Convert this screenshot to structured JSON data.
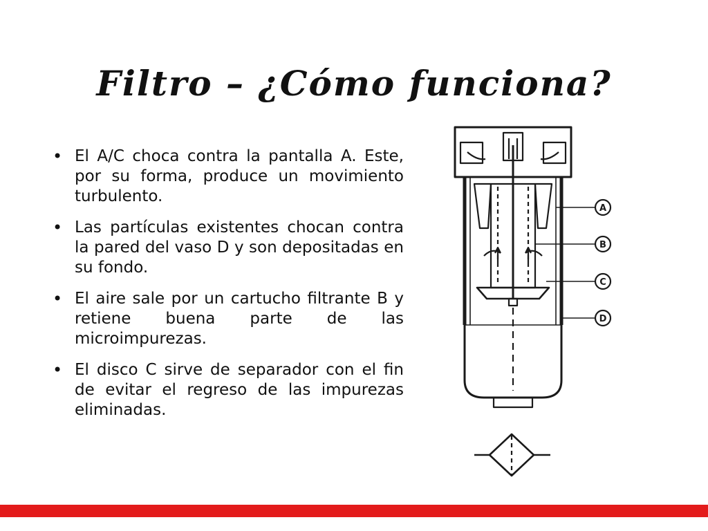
{
  "slide": {
    "title": "Filtro – ¿Cómo funciona?",
    "bullets": [
      "El A/C choca contra la pantalla A. Este, por su forma, produce un movimiento turbulento.",
      "Las partículas existentes chocan contra la pared del vaso D y son depositadas en su fondo.",
      "El aire sale por un cartucho filtrante B y retiene buena parte de las microimpurezas.",
      "El disco C sirve de separador con el fin de evitar el regreso de las impurezas eliminadas."
    ],
    "bullet_glyph": "•"
  },
  "diagram": {
    "labels": [
      "A",
      "B",
      "C",
      "D"
    ]
  },
  "colors": {
    "accent_bar": "#e31b1b",
    "text": "#111111"
  }
}
